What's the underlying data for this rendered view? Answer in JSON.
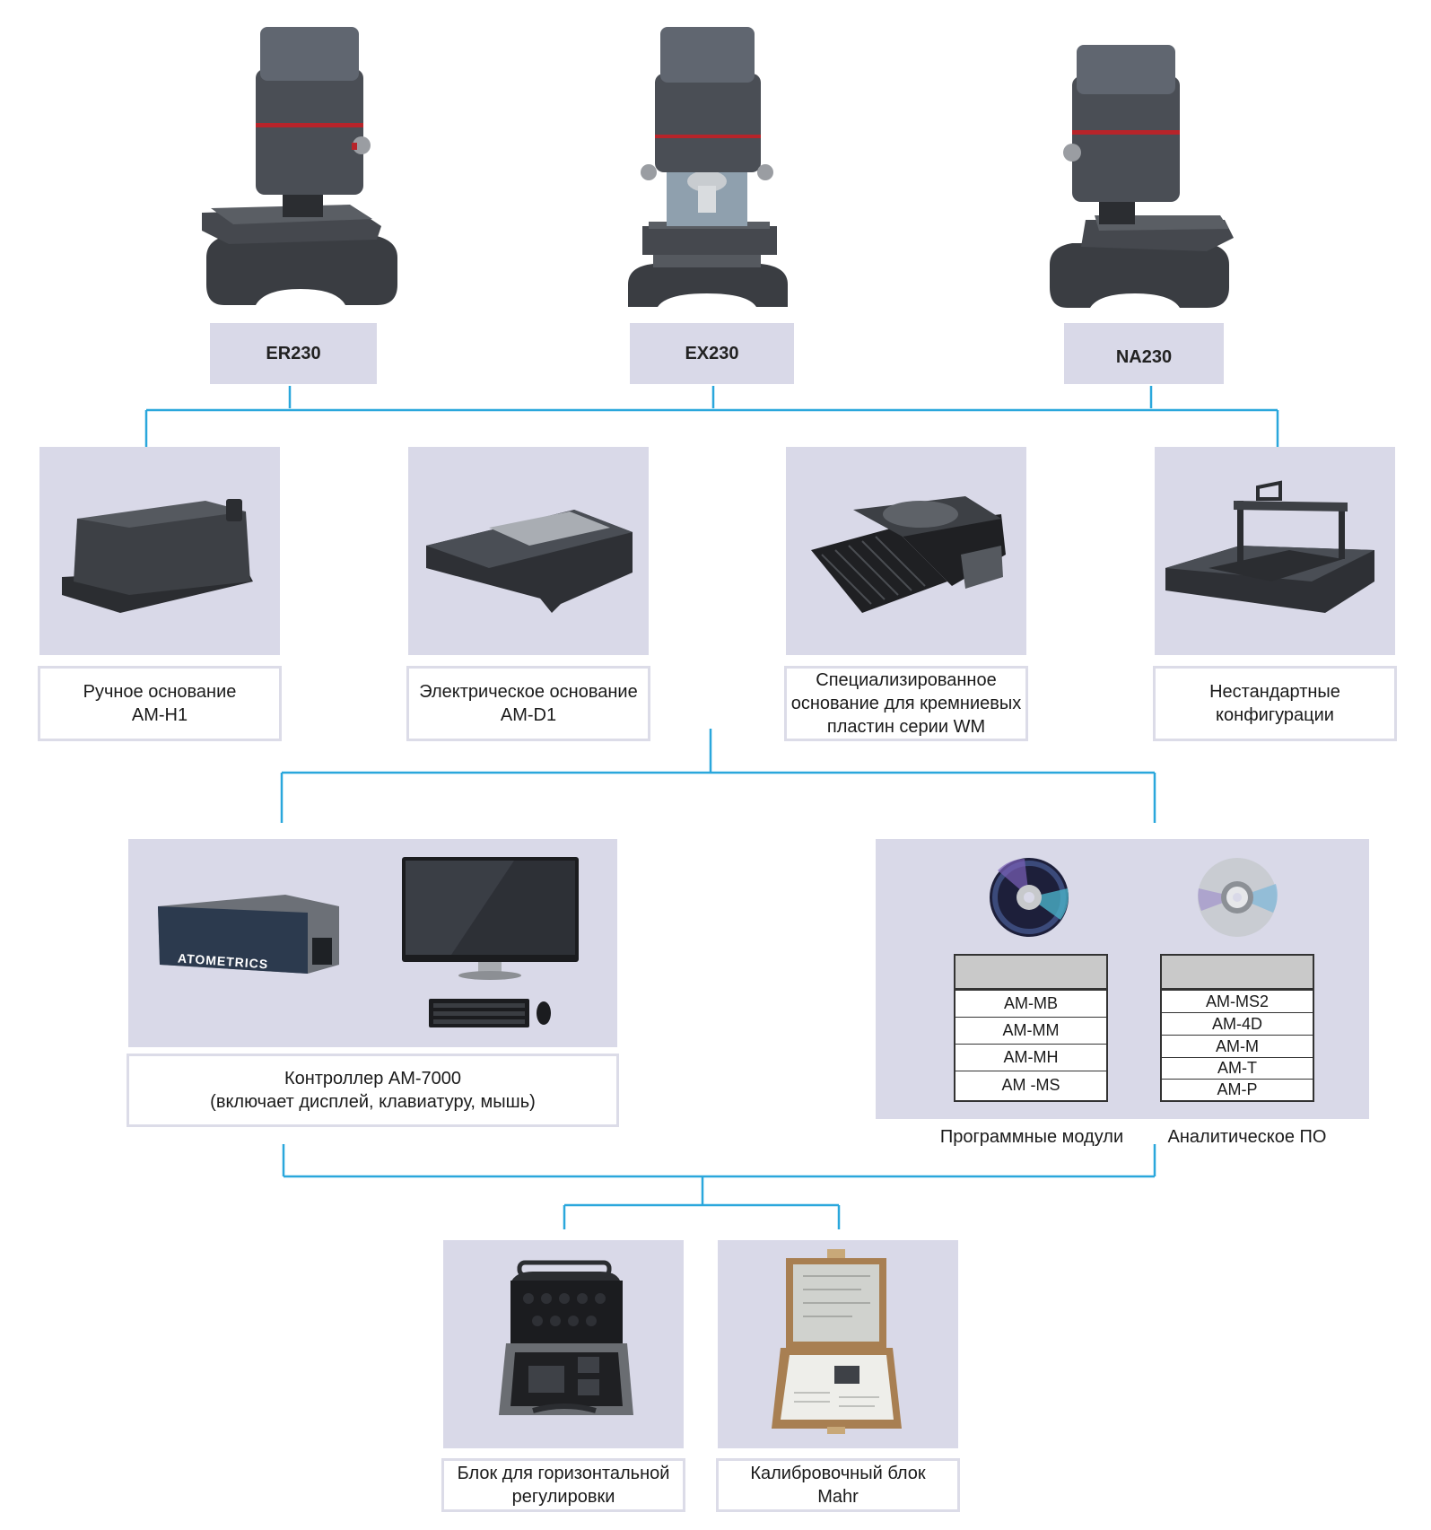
{
  "colors": {
    "connector": "#2aa7dc",
    "panel": "#d9d9e8",
    "caption_border": "#dcdce8"
  },
  "models": [
    {
      "label": "ER230"
    },
    {
      "label": "EX230"
    },
    {
      "label": "NA230"
    }
  ],
  "bases": [
    {
      "line1": "Ручное основание",
      "line2": "AM-H1"
    },
    {
      "line1": "Электрическое основание",
      "line2": "AM-D1"
    },
    {
      "line1": "Специализированное",
      "line2": "основание для кремниевых",
      "line3": "пластин серии WM"
    },
    {
      "line1": "Нестандартные",
      "line2": "конфигурации"
    }
  ],
  "controller": {
    "brand": "ATOMETRICS",
    "line1": "Контроллер AM-7000",
    "line2": "(включает дисплей, клавиатуру, мышь)"
  },
  "software": {
    "modules_label": "Программные модули",
    "analysis_label": "Аналитическое ПО",
    "modules": [
      "AM-MB",
      "AM-MM",
      "AM-MH",
      "AM -MS"
    ],
    "analysis": [
      "AM-MS2",
      "AM-4D",
      "AM-M",
      "AM-T",
      "AM-P"
    ]
  },
  "accessories": [
    {
      "line1": "Блок для горизонтальной",
      "line2": "регулировки"
    },
    {
      "line1": "Калибровочный блок",
      "line2": "Mahr"
    }
  ]
}
